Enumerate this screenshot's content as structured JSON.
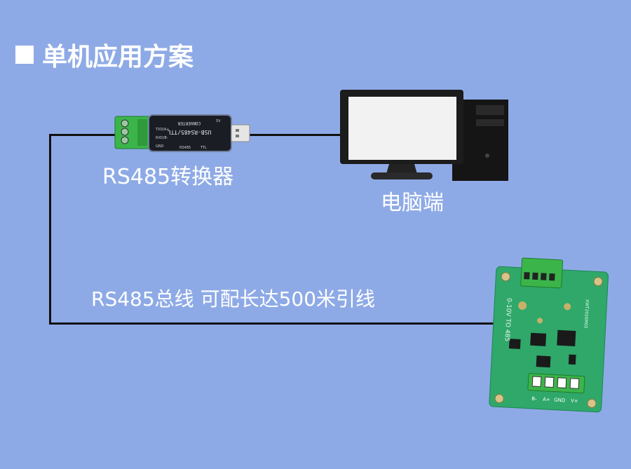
{
  "title": "单机应用方案",
  "labels": {
    "converter": "RS485转换器",
    "pc": "电脑端",
    "bus": "RS485总线 可配长达500米引线"
  },
  "converter_device": {
    "lines": [
      "USB-RS485/TTL",
      "CONVERTER"
    ],
    "pins": [
      "TXD/A+",
      "RXD/B-",
      "GND",
      "5V",
      "TTL",
      "RS485"
    ]
  },
  "board": {
    "silk": [
      "0-10V TO 485",
      "XWT2026M02"
    ],
    "terminals": [
      "B-",
      "A+",
      "GND",
      "V+"
    ]
  },
  "colors": {
    "background": "#8eaae6",
    "wire": "#111111",
    "pcb": "#2fa86a",
    "terminal_green": "#3bb54a"
  }
}
